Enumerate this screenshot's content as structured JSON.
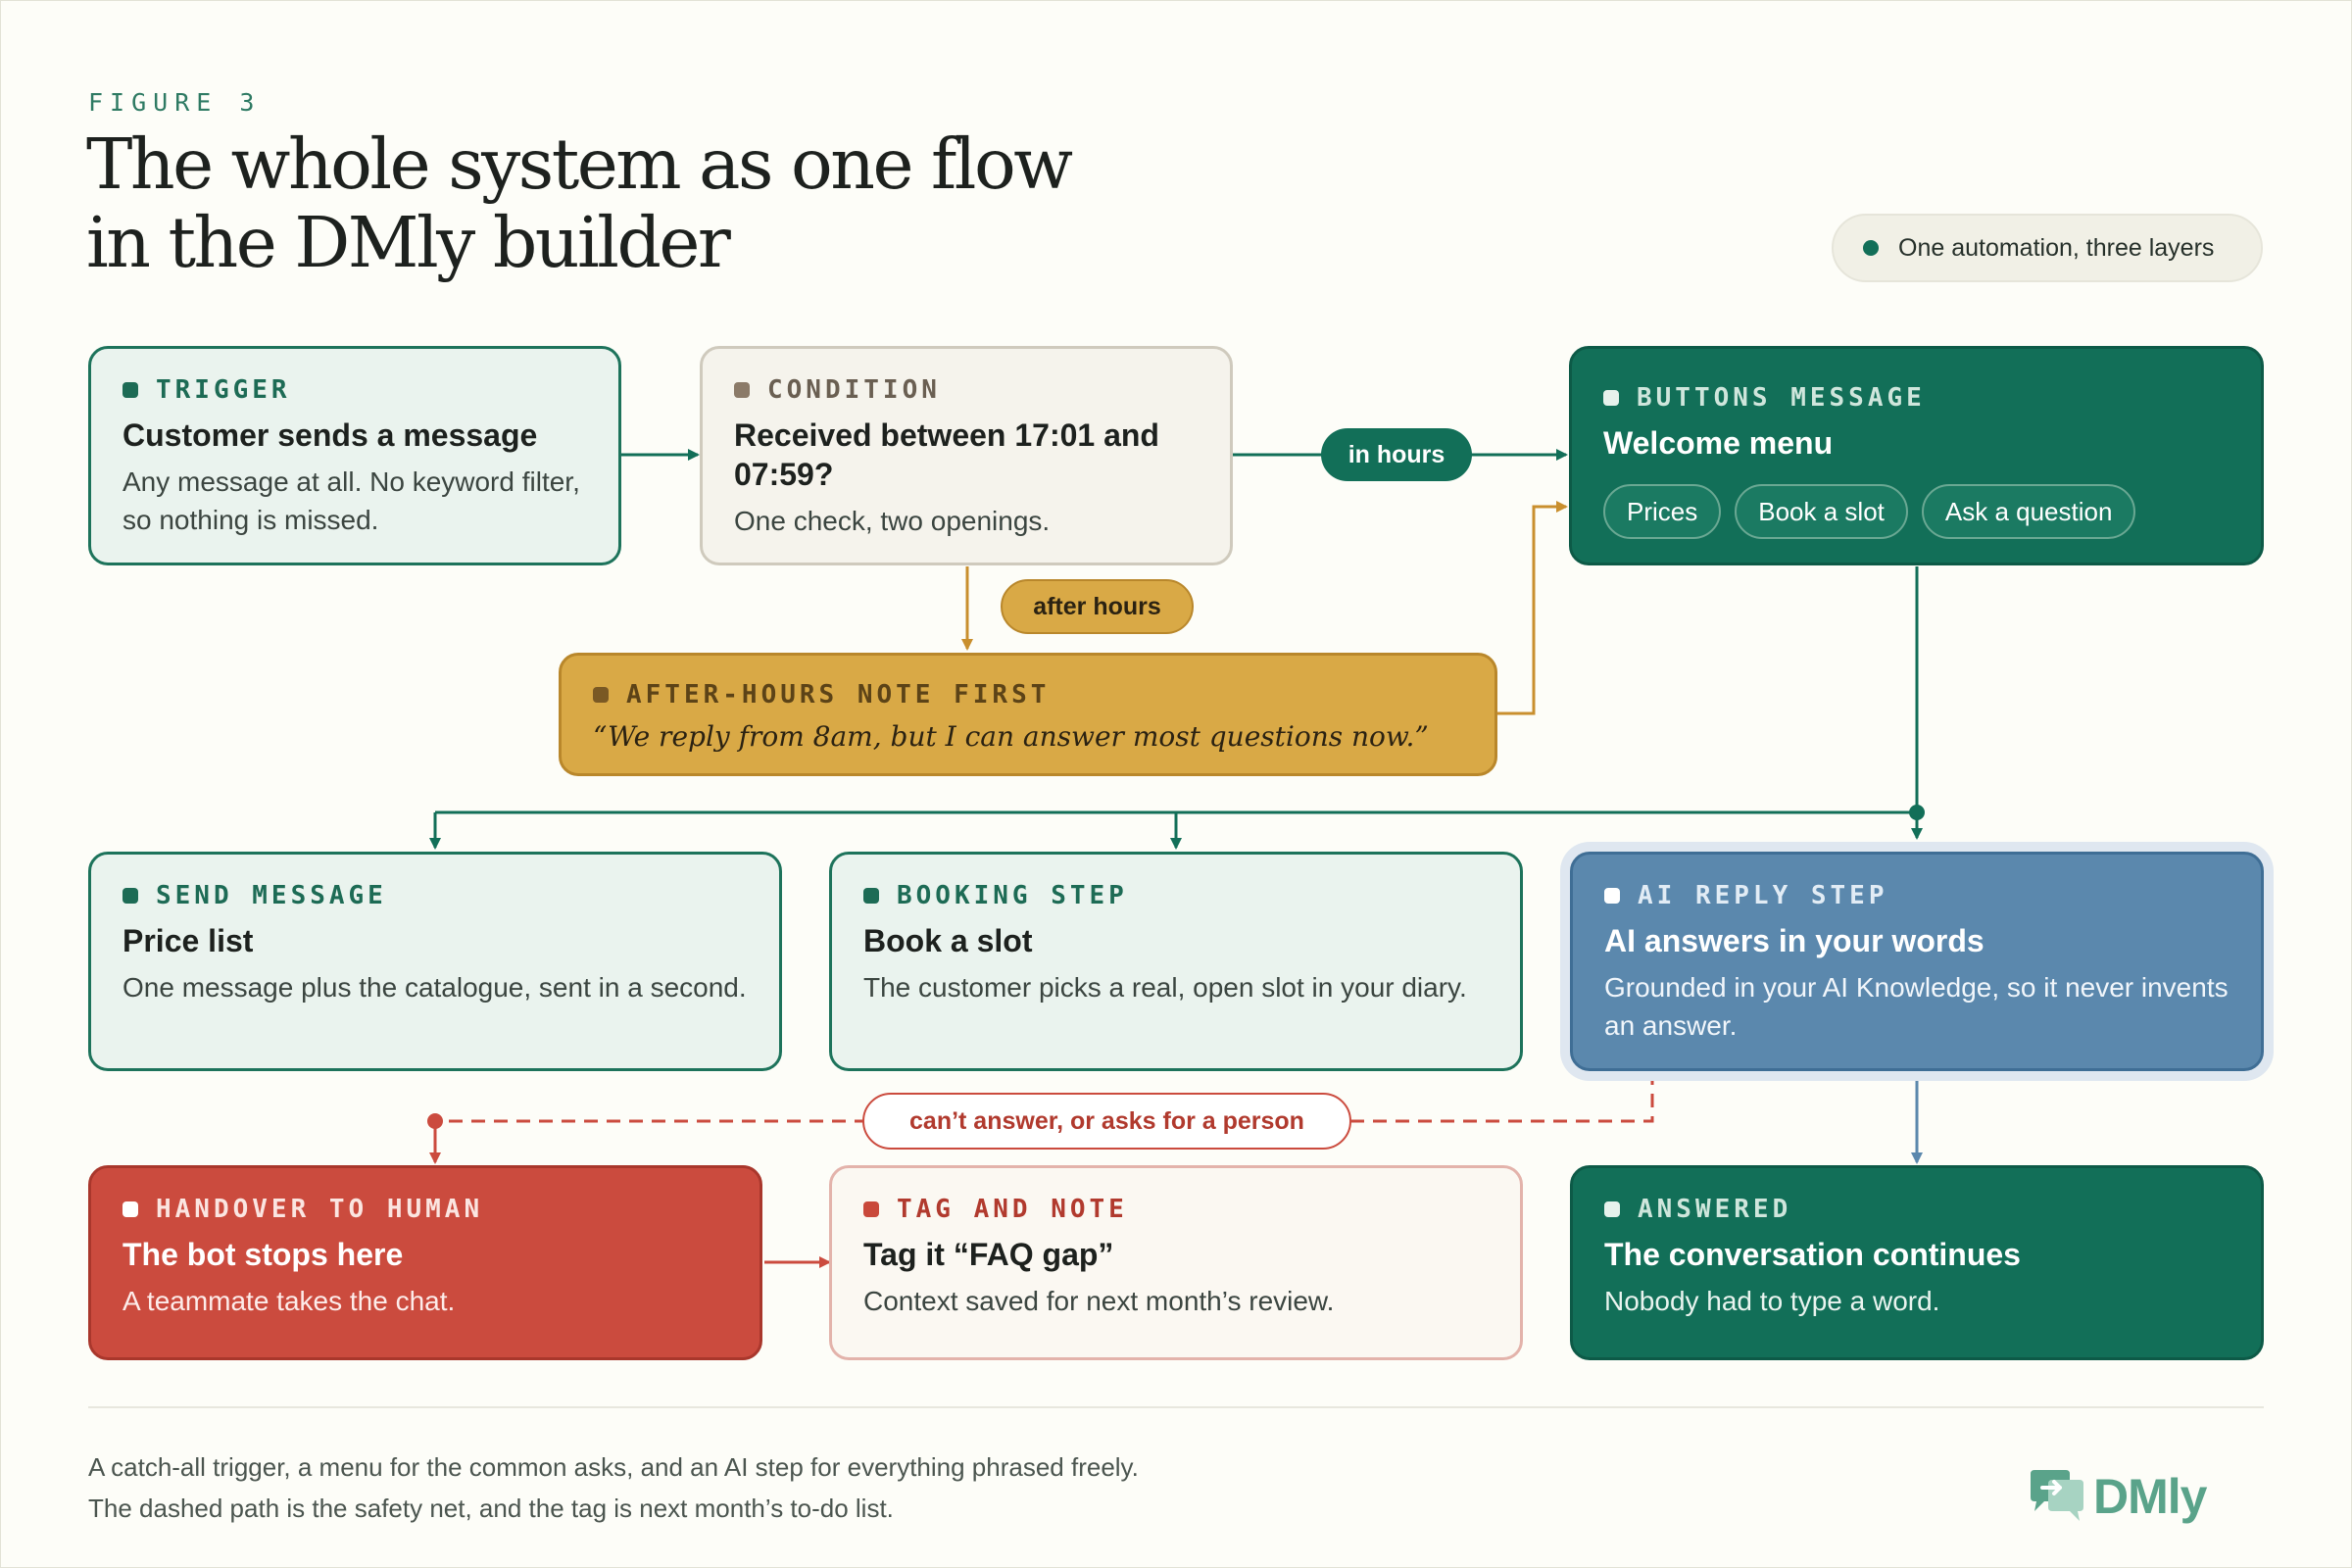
{
  "figure_label": "FIGURE 3",
  "title_line1": "The whole system as one flow",
  "title_line2": "in the DMly builder",
  "top_pill": "One automation, three layers",
  "nodes": {
    "trigger": {
      "tag": "TRIGGER",
      "title": "Customer sends a message",
      "body": "Any message at all. No keyword filter, so nothing is missed."
    },
    "condition": {
      "tag": "CONDITION",
      "title": "Received between 17:01 and 07:59?",
      "body": "One check, two openings."
    },
    "buttons": {
      "tag": "BUTTONS MESSAGE",
      "title": "Welcome menu",
      "buttons": [
        "Prices",
        "Book a slot",
        "Ask a question"
      ]
    },
    "after_hours": {
      "tag": "AFTER-HOURS NOTE FIRST",
      "quote": "“We reply from 8am, but I can answer most questions now.”"
    },
    "send_message": {
      "tag": "SEND MESSAGE",
      "title": "Price list",
      "body": "One message plus the catalogue, sent in a second."
    },
    "booking": {
      "tag": "BOOKING STEP",
      "title": "Book a slot",
      "body": "The customer picks a real, open slot in your diary."
    },
    "ai_reply": {
      "tag": "AI REPLY STEP",
      "title": "AI answers in your words",
      "body": "Grounded in your AI Knowledge, so it never invents an answer."
    },
    "handover": {
      "tag": "HANDOVER TO HUMAN",
      "title": "The bot stops here",
      "body": "A teammate takes the chat."
    },
    "tag_note": {
      "tag": "TAG AND NOTE",
      "title": "Tag it “FAQ gap”",
      "body": "Context saved for next month’s review."
    },
    "answered": {
      "tag": "ANSWERED",
      "title": "The conversation continues",
      "body": "Nobody had to type a word."
    }
  },
  "edge_labels": {
    "in_hours": "in hours",
    "after_hours": "after hours",
    "fallback": "can’t answer, or asks for a person"
  },
  "caption_line1": "A catch-all trigger, a menu for the common asks, and an AI step for everything phrased freely.",
  "caption_line2": "The dashed path is the safety net, and the tag is next month’s to-do list.",
  "logo_text": "DMly",
  "logo_icon": "chat-bubbles-icon",
  "colors": {
    "green": "#126f58",
    "gold": "#d9a946",
    "blue": "#5b88ad",
    "red": "#cb4b3e",
    "cream": "#f5f3ec"
  }
}
